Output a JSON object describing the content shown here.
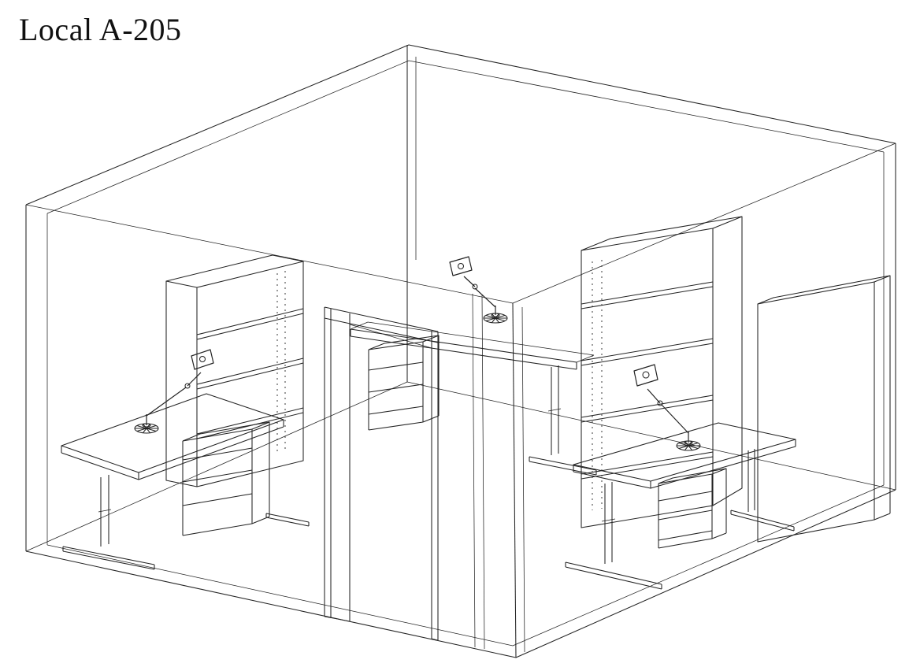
{
  "title": "Local A-205",
  "colors": {
    "background": "#ffffff",
    "line": "#232323"
  },
  "scene": {
    "type": "isometric-wireframe-room-drawing",
    "objects": [
      {
        "id": "room-shell",
        "kind": "room-wireframe"
      },
      {
        "id": "doorway",
        "kind": "door-opening"
      },
      {
        "id": "left-bookshelf",
        "kind": "open-shelf",
        "compartments": 4
      },
      {
        "id": "left-desk",
        "kind": "height-adjustable-desk"
      },
      {
        "id": "left-pedestal",
        "kind": "drawer-pedestal",
        "drawers": 3
      },
      {
        "id": "left-monitor-arm",
        "kind": "monitor-on-arm"
      },
      {
        "id": "back-desk",
        "kind": "height-adjustable-desk"
      },
      {
        "id": "back-drawer-unit",
        "kind": "drawer-pedestal",
        "drawers": 3
      },
      {
        "id": "back-monitor-arm",
        "kind": "monitor-on-arm"
      },
      {
        "id": "right-bookshelf",
        "kind": "open-shelf",
        "compartments": 5
      },
      {
        "id": "right-cabinet",
        "kind": "tall-cabinet"
      },
      {
        "id": "right-desk",
        "kind": "height-adjustable-desk"
      },
      {
        "id": "right-pedestal",
        "kind": "drawer-pedestal",
        "drawers": 3
      },
      {
        "id": "right-monitor-arm",
        "kind": "monitor-on-arm"
      }
    ]
  }
}
